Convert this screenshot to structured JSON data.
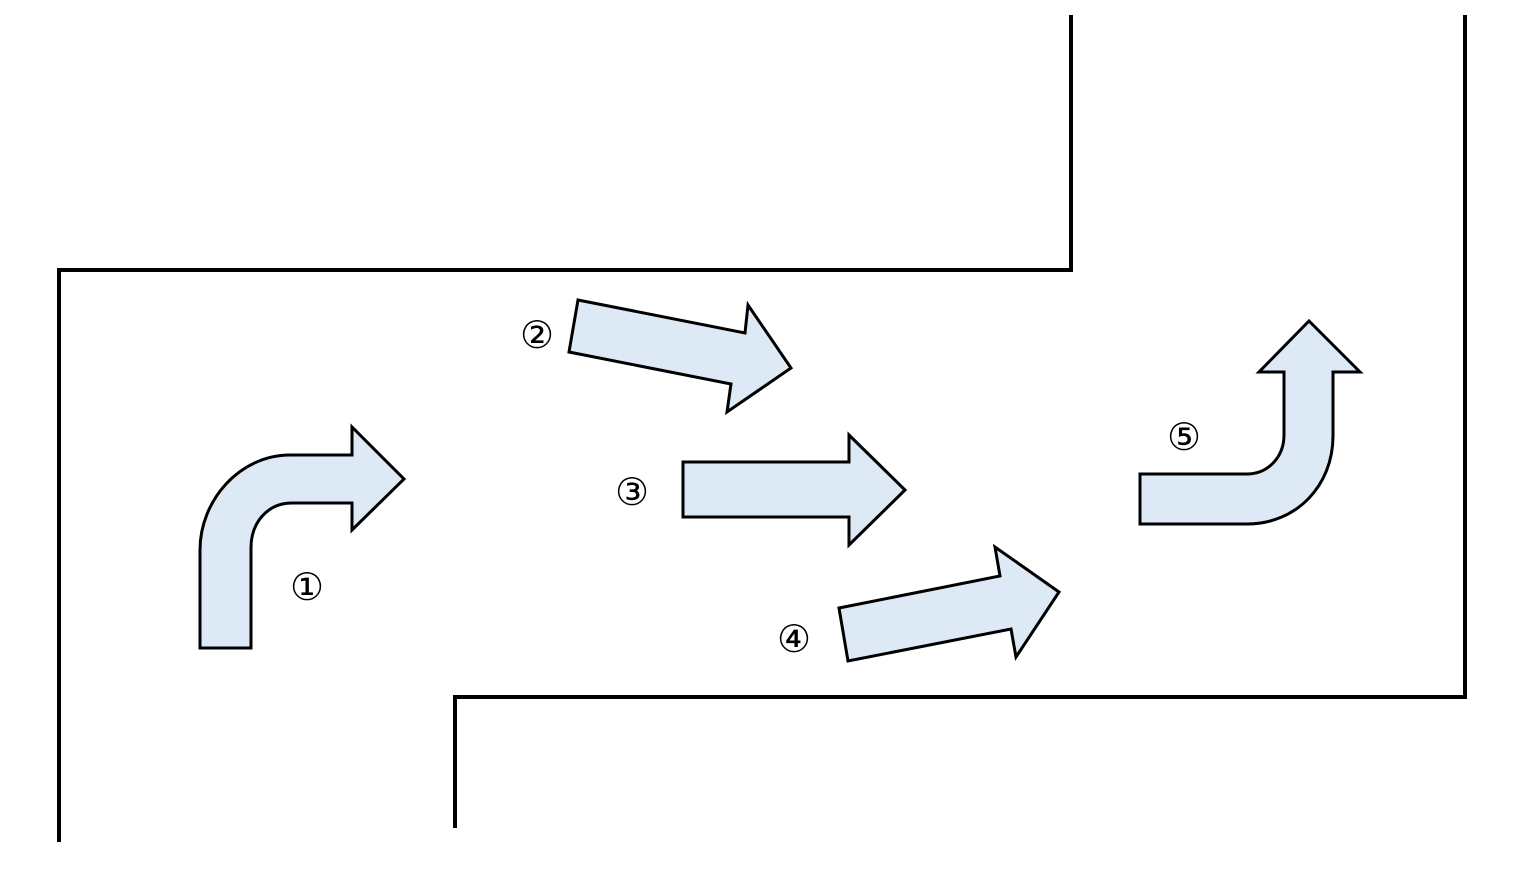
{
  "diagram": {
    "steps": [
      {
        "label": "①"
      },
      {
        "label": "②"
      },
      {
        "label": "③"
      },
      {
        "label": "④"
      },
      {
        "label": "⑤"
      }
    ]
  },
  "colors": {
    "arrow_fill": "#ddeaf6",
    "stroke": "#000000",
    "background": "#ffffff"
  }
}
